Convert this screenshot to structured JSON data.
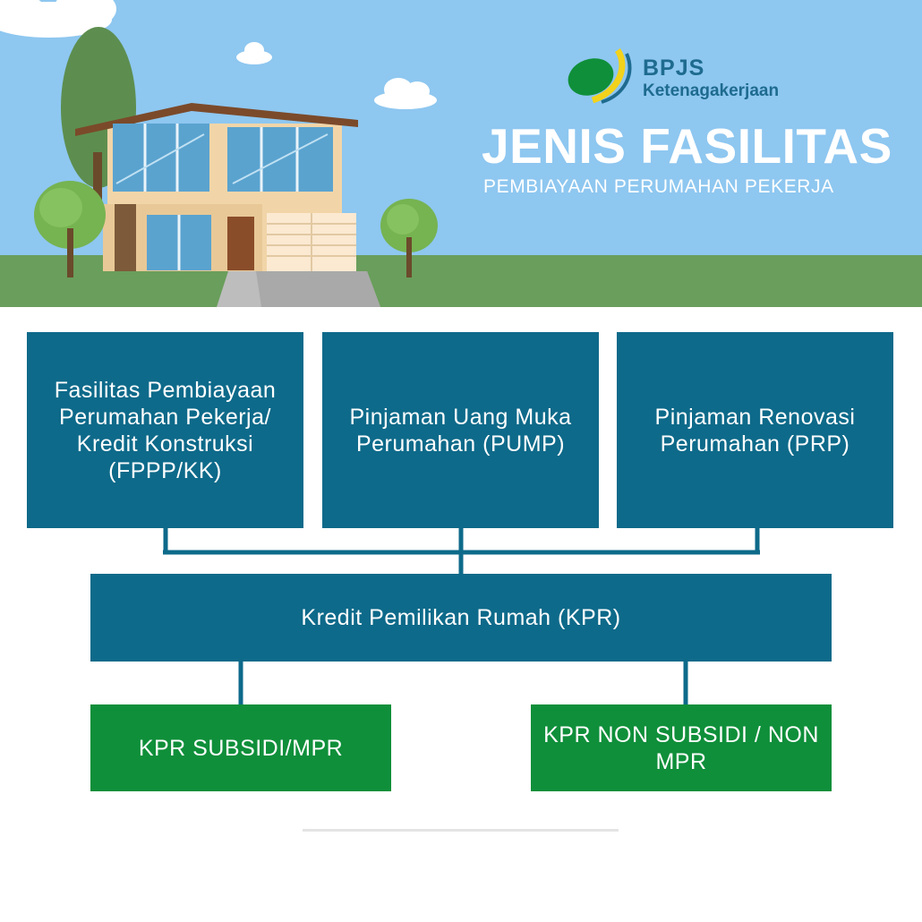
{
  "brand": {
    "name": "BPJS",
    "subtitle": "Ketenagakerjaan"
  },
  "header": {
    "title": "JENIS FASILITAS",
    "subtitle": "PEMBIAYAAN PERUMAHAN PEKERJA"
  },
  "diagram": {
    "top_boxes": [
      {
        "label": "Fasilitas Pembiayaan Perumahan Pekerja/ Kredit Konstruksi (FPPP/KK)"
      },
      {
        "label": "Pinjaman Uang Muka Perumahan (PUMP)"
      },
      {
        "label": "Pinjaman Renovasi Perumahan (PRP)"
      }
    ],
    "middle_box": {
      "label": "Kredit Pemilikan Rumah (KPR)"
    },
    "bottom_boxes": [
      {
        "label": "KPR SUBSIDI/MPR"
      },
      {
        "label": "KPR NON SUBSIDI / NON MPR"
      }
    ]
  },
  "colors": {
    "sky": "#8ec7f0",
    "grass": "#6a9e5c",
    "box_blue": "#0e6a8a",
    "box_green": "#0f8f3a",
    "connector": "#0e6a8a"
  }
}
